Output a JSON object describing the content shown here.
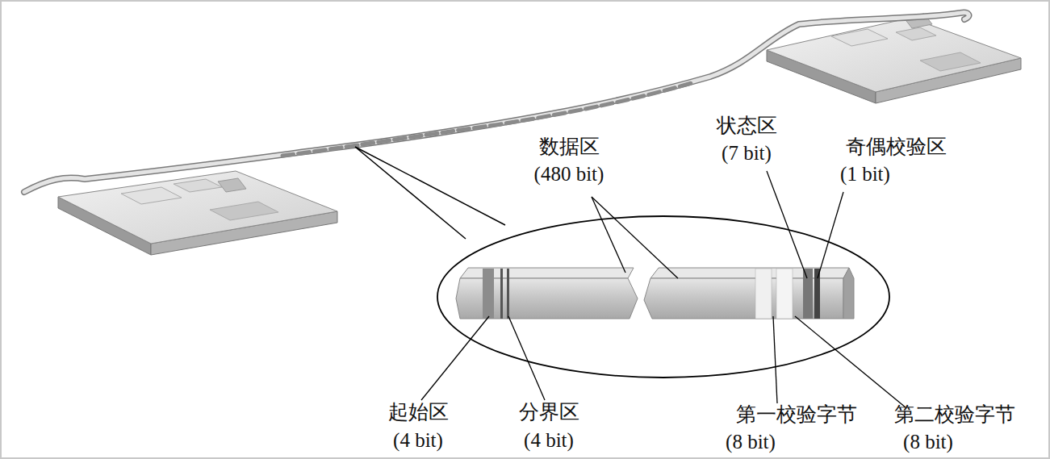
{
  "diagram": {
    "labels": [
      "数据区",
      "(480 bit)",
      "状态区",
      "(7 bit)",
      "奇偶校验区",
      "(1 bit)",
      "起始区",
      "(4 bit)",
      "分界区",
      "(4 bit)",
      "第一校验字节",
      "(8 bit)",
      "第二校验字节",
      "(8 bit)"
    ]
  }
}
